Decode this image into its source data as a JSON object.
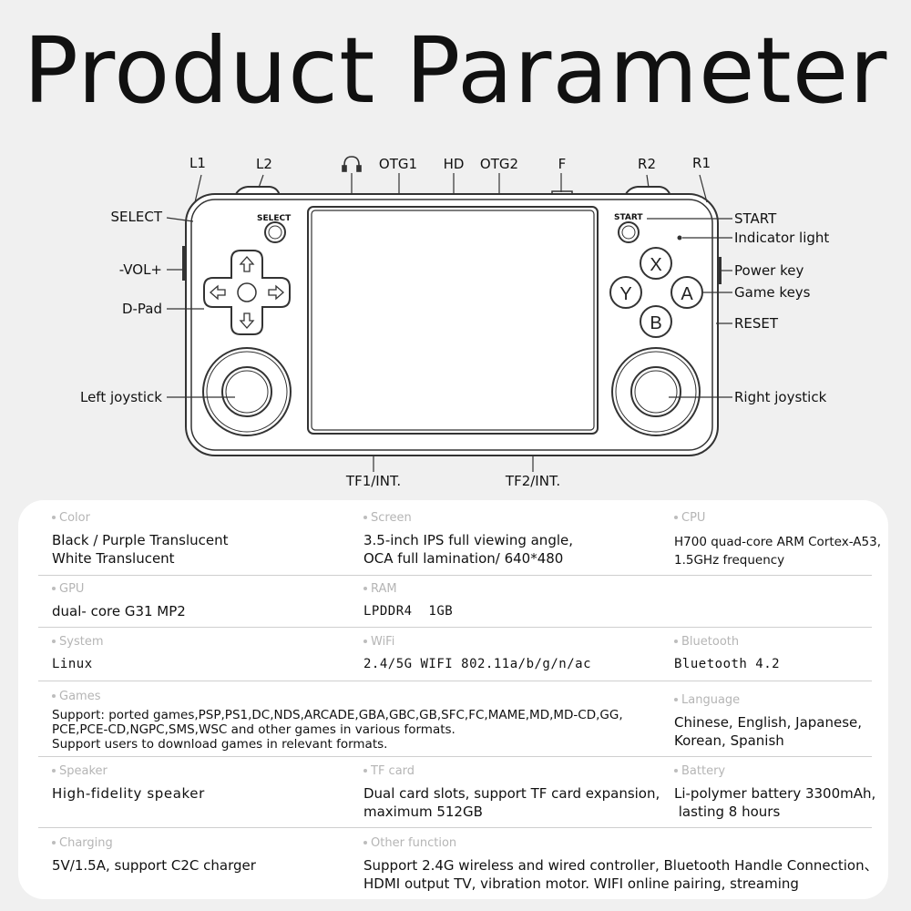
{
  "title": "Product Parameter",
  "device_labels": {
    "top": [
      "L1",
      "L2",
      "OTG1",
      "HD",
      "OTG2",
      "F",
      "R2",
      "R1"
    ],
    "left": [
      "SELECT",
      "-VOL+",
      "D-Pad",
      "Left joystick"
    ],
    "right": [
      "START",
      "Indicator light",
      "Power key",
      "Game keys",
      "RESET",
      "Right joystick"
    ],
    "bottom": [
      "TF1/INT.",
      "TF2/INT."
    ],
    "printed_select": "SELECT",
    "printed_start": "START",
    "face_keys": [
      "X",
      "Y",
      "A",
      "B"
    ],
    "headphone_icon": "headphone-icon"
  },
  "specs": [
    [
      {
        "title": "Color",
        "lines": [
          "Black / Purple Translucent",
          "White Translucent"
        ]
      },
      {
        "title": "Screen",
        "lines": [
          "3.5-inch IPS full viewing angle,",
          "OCA full lamination/ 640*480"
        ]
      },
      {
        "title": "CPU",
        "lines": [
          "H700 quad-core ARM Cortex-A53,",
          "1.5GHz frequency"
        ]
      }
    ],
    [
      {
        "title": "GPU",
        "lines": [
          "dual- core G31 MP2"
        ]
      },
      {
        "title": "RAM",
        "lines": [
          "LPDDR4  1GB"
        ]
      },
      {
        "title": "",
        "lines": []
      }
    ],
    [
      {
        "title": "System",
        "lines": [
          "Linux"
        ]
      },
      {
        "title": "WiFi",
        "lines": [
          "2.4/5G WIFI 802.11a/b/g/n/ac"
        ]
      },
      {
        "title": "Bluetooth",
        "lines": [
          "Bluetooth 4.2"
        ]
      }
    ],
    [
      {
        "title": "Games",
        "lines": [
          "Support: ported games,PSP,PS1,DC,NDS,ARCADE,GBA,GBC,GB,SFC,FC,MAME,MD,MD-CD,GG,",
          "PCE,PCE-CD,NGPC,SMS,WSC and other games in various formats.",
          "Support users to download games in relevant formats."
        ]
      },
      {
        "title": "Language",
        "lines": [
          "Chinese, English, Japanese,",
          "Korean, Spanish"
        ]
      }
    ],
    [
      {
        "title": "Speaker",
        "lines": [
          "High-fidelity speaker"
        ]
      },
      {
        "title": "TF card",
        "lines": [
          "Dual card slots, support TF card expansion,",
          "maximum 512GB"
        ]
      },
      {
        "title": "Battery",
        "lines": [
          "Li-polymer battery 3300mAh,",
          " lasting 8 hours"
        ]
      }
    ],
    [
      {
        "title": "Charging",
        "lines": [
          "5V/1.5A, support C2C charger"
        ]
      },
      {
        "title": "Other function",
        "lines": [
          "Support 2.4G wireless and wired controller, Bluetooth Handle Connection、",
          "HDMI output TV, vibration motor. WIFI online pairing, streaming"
        ]
      }
    ]
  ]
}
